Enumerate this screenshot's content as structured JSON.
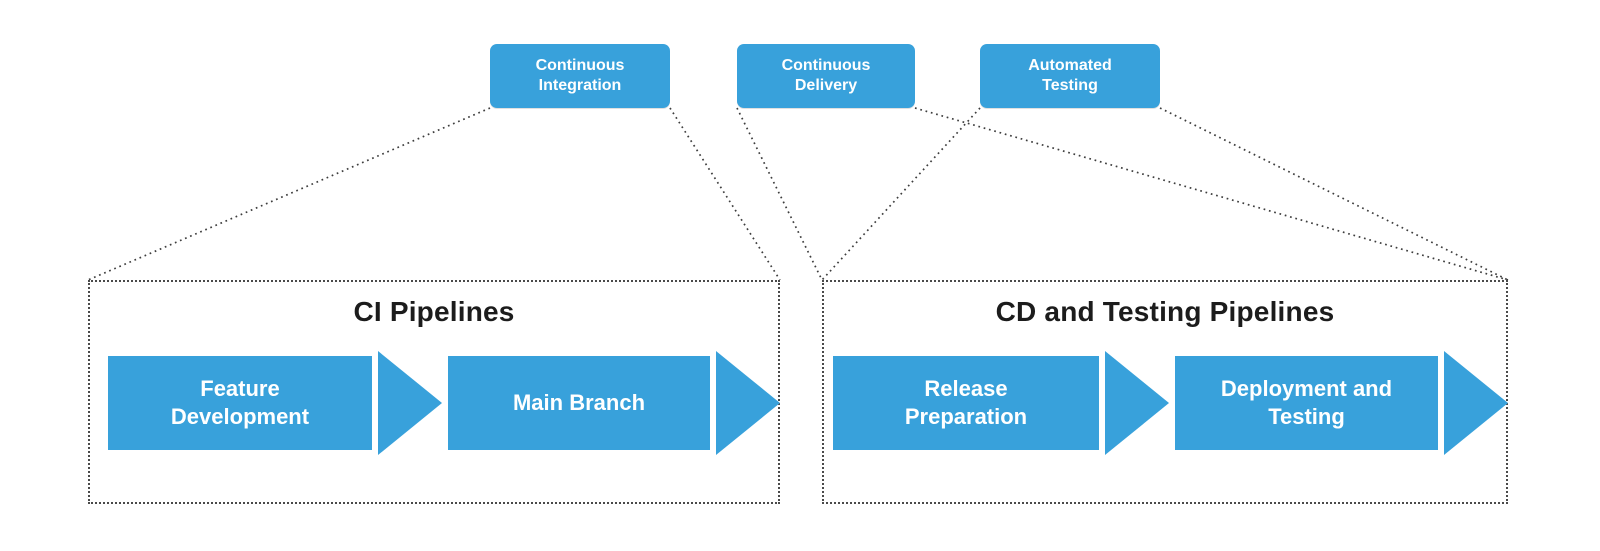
{
  "diagram": {
    "top_nodes": [
      {
        "id": "ci",
        "lines": [
          "Continuous",
          "Integration"
        ]
      },
      {
        "id": "cd",
        "lines": [
          "Continuous",
          "Delivery"
        ]
      },
      {
        "id": "at",
        "lines": [
          "Automated",
          "Testing"
        ]
      }
    ],
    "containers": [
      {
        "id": "ci-pipelines",
        "title": "CI Pipelines",
        "steps": [
          {
            "id": "feature-development",
            "lines": [
              "Feature",
              "Development"
            ]
          },
          {
            "id": "main-branch",
            "lines": [
              "Main Branch"
            ]
          }
        ]
      },
      {
        "id": "cd-testing-pipelines",
        "title": "CD and Testing Pipelines",
        "steps": [
          {
            "id": "release-preparation",
            "lines": [
              "Release",
              "Preparation"
            ]
          },
          {
            "id": "deployment-testing",
            "lines": [
              "Deployment and",
              "Testing"
            ]
          }
        ]
      }
    ],
    "edges": [
      {
        "from": "ci",
        "from_corner": "bottom-left",
        "to": "ci-pipelines",
        "to_corner": "top-left"
      },
      {
        "from": "ci",
        "from_corner": "bottom-right",
        "to": "ci-pipelines",
        "to_corner": "top-right"
      },
      {
        "from": "cd",
        "from_corner": "bottom-left",
        "to": "cd-testing-pipelines",
        "to_corner": "top-left"
      },
      {
        "from": "cd",
        "from_corner": "bottom-right",
        "to": "cd-testing-pipelines",
        "to_corner": "top-right"
      },
      {
        "from": "at",
        "from_corner": "bottom-left",
        "to": "cd-testing-pipelines",
        "to_corner": "top-left"
      },
      {
        "from": "at",
        "from_corner": "bottom-right",
        "to": "cd-testing-pipelines",
        "to_corner": "top-right"
      }
    ],
    "colors": {
      "shape_fill": "#38a1db",
      "shape_text": "#ffffff",
      "container_title": "#1c1c1c",
      "connector": "#3d3d3d",
      "container_border": "#4a4a4a",
      "background": "#ffffff"
    }
  }
}
